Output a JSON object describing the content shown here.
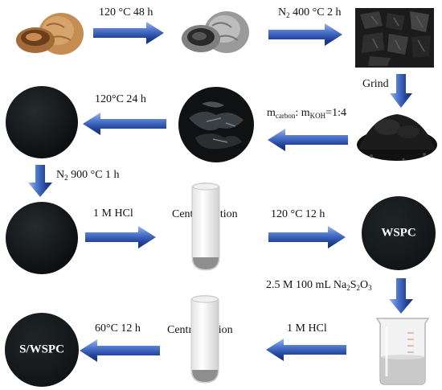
{
  "steps": {
    "s1": {
      "line1": "120 °C 48 h"
    },
    "s2": {
      "gas": "N",
      "gas_sub": "2",
      "rest": " 400 °C 2 h"
    },
    "s3": {
      "text": "Grind"
    },
    "s4": {
      "m": "m",
      "carbon": "carbon",
      "colon": ": m",
      "koh": "KOH",
      "ratio": "=1:4"
    },
    "s5": {
      "text": "120°C 24 h"
    },
    "s6": {
      "gas": "N",
      "gas_sub": "2",
      "rest": " 900 °C 1 h"
    },
    "s7": {
      "text": "1 M HCl"
    },
    "s8": {
      "text": "Centrifugation"
    },
    "s9": {
      "text": "120 °C 12 h"
    },
    "s10": {
      "pre": "2.5 M 100 mL Na",
      "sub1": "2",
      "mid1": "S",
      "sub2": "2",
      "mid2": "O",
      "sub3": "3"
    },
    "s11": {
      "text": "1 M HCl"
    },
    "s12": {
      "text": "Centrifugation"
    },
    "s13": {
      "text": "60°C 12 h"
    }
  },
  "labels": {
    "wspc": "WSPC",
    "s_wspc": "S/WSPC"
  },
  "colors": {
    "arrow_dark": "#1d3f8f",
    "arrow_light": "#5d86d6",
    "carbon_dark": "#15191b",
    "walnut": "#b07b45"
  },
  "icons": [
    "walnut-icon",
    "charred-walnut-icon",
    "carbon-pieces-icon",
    "carbon-powder-icon",
    "carbon-disc-icon",
    "centrifuge-tube-icon",
    "beaker-icon"
  ]
}
